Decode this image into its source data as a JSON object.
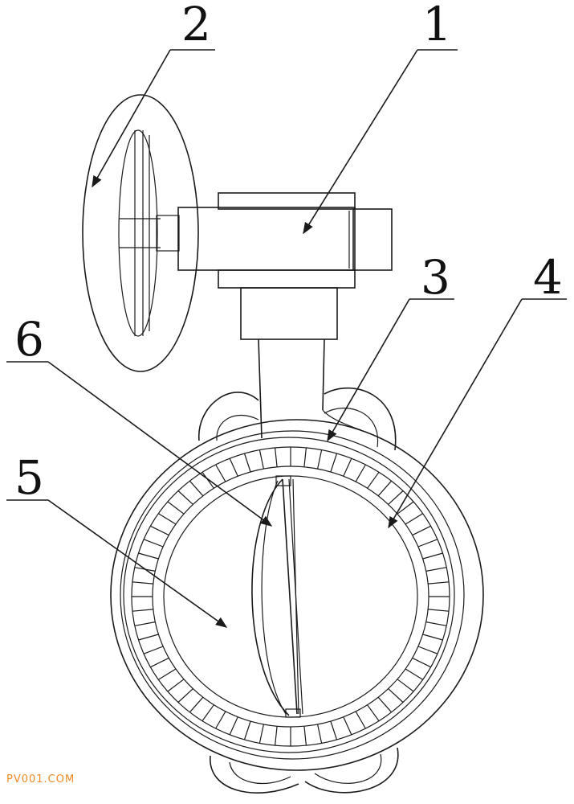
{
  "figure": {
    "callouts": [
      {
        "id": "1",
        "label": "1"
      },
      {
        "id": "2",
        "label": "2"
      },
      {
        "id": "3",
        "label": "3"
      },
      {
        "id": "4",
        "label": "4"
      },
      {
        "id": "5",
        "label": "5"
      },
      {
        "id": "6",
        "label": "6"
      }
    ],
    "watermark": "PV001.COM",
    "colors": {
      "line": "#1a1a1a",
      "watermark": "#f08a24",
      "background": "#ffffff"
    }
  }
}
